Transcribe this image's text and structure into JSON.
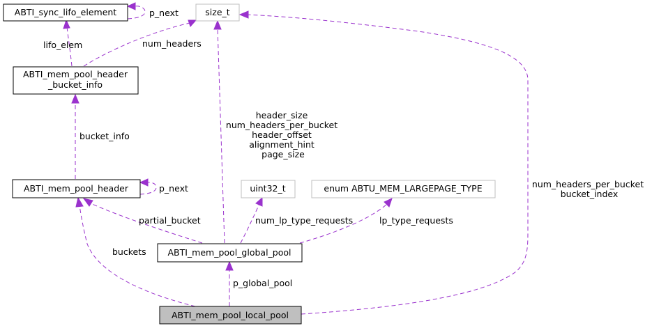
{
  "colors": {
    "edge": "#9a32cd",
    "node_border": "#000000",
    "external_border": "#bfbfbf",
    "focus_fill": "#bfbfbf"
  },
  "nodes": {
    "sync_lifo_element": "ABTI_sync_lifo_element",
    "size_t": "size_t",
    "bucket_info_line1": "ABTI_mem_pool_header",
    "bucket_info_line2": "_bucket_info",
    "header": "ABTI_mem_pool_header",
    "uint32_t": "uint32_t",
    "largepage_type": "enum ABTU_MEM_LARGEPAGE_TYPE",
    "global_pool": "ABTI_mem_pool_global_pool",
    "local_pool": "ABTI_mem_pool_local_pool"
  },
  "edge_labels": {
    "lifo_p_next": "p_next",
    "lifo_elem": "lifo_elem",
    "num_headers": "num_headers",
    "bucket_info": "bucket_info",
    "header_p_next": "p_next",
    "global_size_fields": [
      "header_size",
      "num_headers_per_bucket",
      "header_offset",
      "alignment_hint",
      "page_size"
    ],
    "local_size_fields": [
      "num_headers_per_bucket",
      "bucket_index"
    ],
    "partial_bucket": "partial_bucket",
    "num_lp_type_requests": "num_lp_type_requests",
    "lp_type_requests": "lp_type_requests",
    "buckets": "buckets",
    "p_global_pool": "p_global_pool"
  }
}
